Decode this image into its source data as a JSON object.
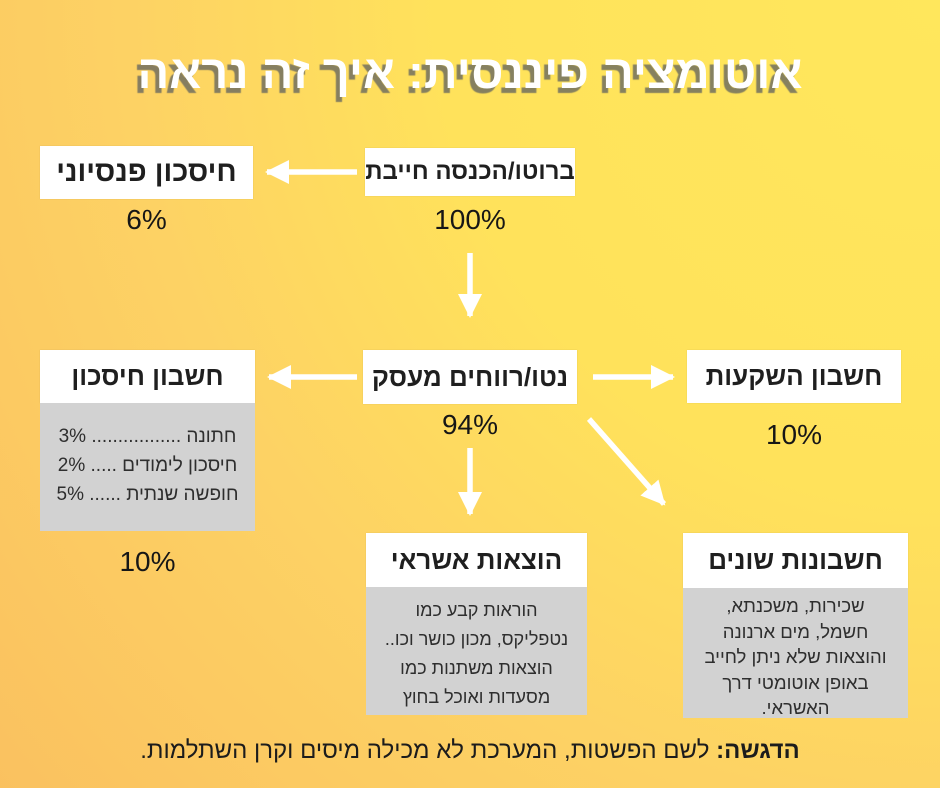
{
  "title": "אוטומציה פיננסית: איך זה נראה",
  "colors": {
    "background_orange": "#fac05f",
    "background_yellow": "#ffe75c",
    "box_white": "#ffffff",
    "panel_gray": "#d2d2d2",
    "text_dark": "#1f1f1f",
    "arrow_white": "#ffffff",
    "title_white": "#ffffff",
    "title_shadow_gray": "#686860"
  },
  "nodes": {
    "gross": {
      "label": "ברוטו/הכנסה חייבת",
      "percent": "100%"
    },
    "pension": {
      "label": "חיסכון פנסיוני",
      "percent": "6%"
    },
    "net": {
      "label": "נטו/רווחים מעסק",
      "percent": "94%"
    },
    "savings": {
      "label": "חשבון חיסכון",
      "percent": "10%",
      "items": [
        "חתונה ................. 3%",
        "חיסכון לימודים ..... 2%",
        "חופשה שנתית ...... 5%"
      ]
    },
    "investments": {
      "label": "חשבון השקעות",
      "percent": "10%"
    },
    "credit": {
      "label": "הוצאות אשראי",
      "lines": [
        "הוראות קבע כמו",
        "נטפליקס, מכון כושר וכו..",
        "הוצאות משתנות כמו",
        "מסעדות ואוכל בחוץ"
      ]
    },
    "bills": {
      "label": "חשבונות שונים",
      "lines": [
        "שכירות, משכנתא,",
        "חשמל, מים ארנונה",
        "והוצאות שלא ניתן לחייב",
        "באופן אוטומטי דרך",
        "האשראי."
      ]
    }
  },
  "footnote": {
    "emphasis": "הדגשה:",
    "text": " לשם הפשטות, המערכת לא מכילה מיסים וקרן השתלמות."
  }
}
